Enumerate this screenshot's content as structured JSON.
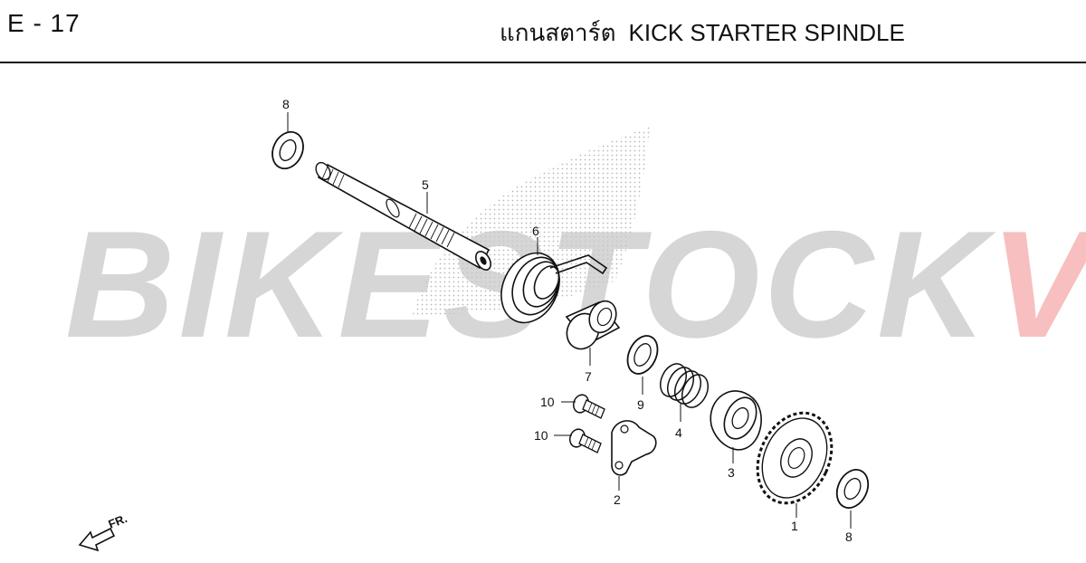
{
  "header": {
    "page_code": "E - 17",
    "title_thai": "แกนสตาร์ต",
    "title_en": "KICK STARTER SPINDLE"
  },
  "watermark": {
    "part1": "BIKESTOCK",
    "part2": "VN",
    "color1": "#c8c8c8",
    "color2": "#f4a9a9"
  },
  "direction_label": "FR.",
  "callouts": [
    "8",
    "5",
    "6",
    "7",
    "9",
    "4",
    "10",
    "10",
    "3",
    "2",
    "1",
    "8"
  ]
}
